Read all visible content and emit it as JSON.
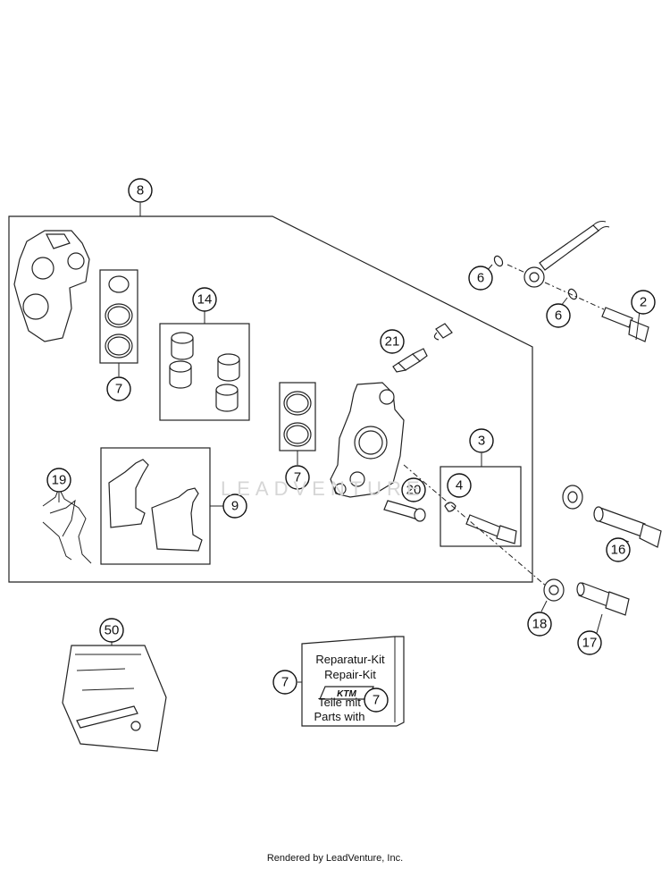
{
  "callouts": {
    "c8": "8",
    "c7a": "7",
    "c14": "14",
    "c21": "21",
    "c7b": "7",
    "c3": "3",
    "c4": "4",
    "c20": "20",
    "c19": "19",
    "c9": "9",
    "c6a": "6",
    "c6b": "6",
    "c2": "2",
    "c16": "16",
    "c18": "18",
    "c17": "17",
    "c50": "50",
    "c7c": "7",
    "c7d": "7"
  },
  "kit": {
    "line1": "Reparatur-Kit",
    "line2": "Repair-Kit",
    "logo": "KTM",
    "line3": "Teile mit",
    "line4": "Parts with"
  },
  "watermark": "LEADVENTURE",
  "footer": "Rendered by LeadVenture, Inc.",
  "colors": {
    "line": "#222222",
    "watermark": "#d6d6d6",
    "background": "#ffffff"
  }
}
